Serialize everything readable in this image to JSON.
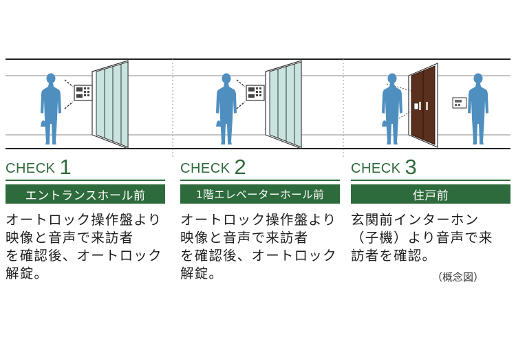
{
  "panels": [
    {
      "check_word": "CHECK",
      "check_number": "1",
      "location": "エントランスホール前",
      "description": "オートロック操作盤より\n映像と音声で来訪者\nを確認後、オートロック\n解錠。"
    },
    {
      "check_word": "CHECK",
      "check_number": "2",
      "location": "1階エレベーターホール前",
      "description": "オートロック操作盤より\n映像と音声で来訪者\nを確認後、オートロック\n解錠。"
    },
    {
      "check_word": "CHECK",
      "check_number": "3",
      "location": "住戸前",
      "description": "玄関前インターホン\n（子機）より音声で来\n訪者を確認。"
    }
  ],
  "caption": "（概念図）",
  "colors": {
    "accent_green": "#2e6b3c",
    "figure_blue": "#4f8fc0",
    "glass_green": "#c9e4e0",
    "door_brown": "#5a2f1e"
  },
  "icons": [
    "person-silhouette-icon",
    "intercom-panel-icon",
    "door-monitor-icon"
  ]
}
